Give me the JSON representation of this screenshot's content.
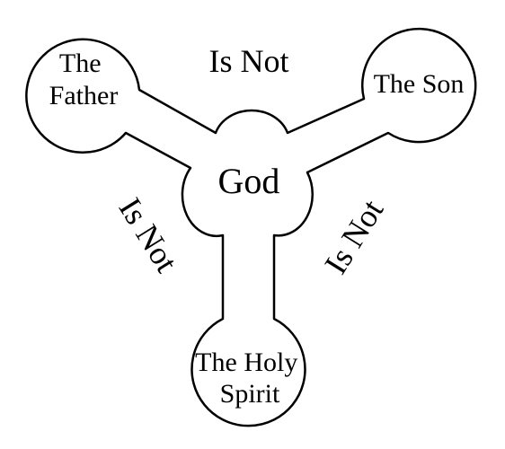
{
  "diagram": {
    "nodes": {
      "father": {
        "lines": [
          "The",
          "Father"
        ]
      },
      "son": {
        "lines": [
          "The Son"
        ]
      },
      "spirit": {
        "lines": [
          "The Holy",
          "Spirit"
        ]
      },
      "center": {
        "label": "God"
      }
    },
    "relations": {
      "top": "Is Not",
      "left": "Is Not",
      "right": "Is Not"
    }
  },
  "colors": {
    "stroke": "#000000",
    "fill": "#ffffff",
    "text": "#000000"
  }
}
